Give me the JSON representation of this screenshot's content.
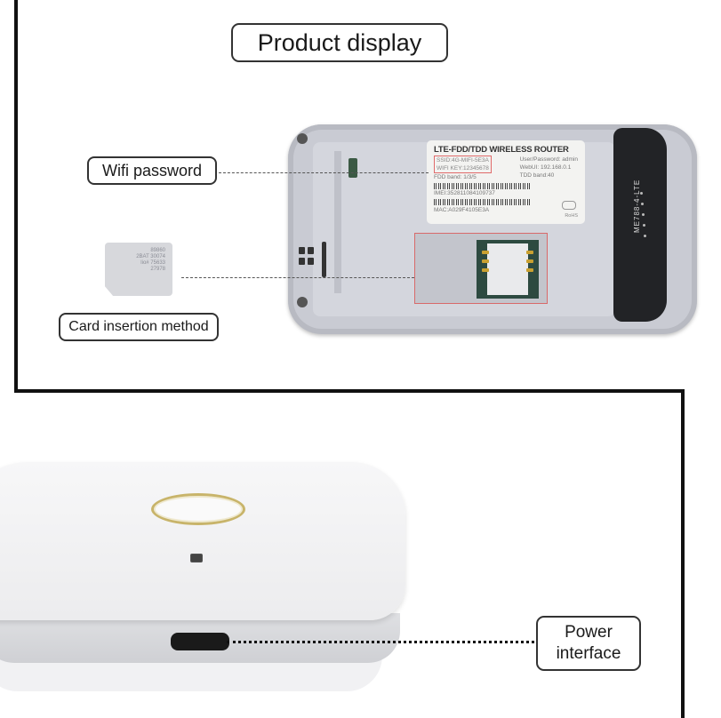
{
  "title": "Product display",
  "callouts": {
    "wifi_password": "Wifi password",
    "card_insertion": "Card insertion method",
    "power_line1": "Power",
    "power_line2": "interface"
  },
  "router_label": {
    "title": "LTE-FDD/TDD WIRELESS ROUTER",
    "ssid": "SSID:4G-MIFI-5E3A",
    "wifi_key": "WIFI KEY:12345678",
    "user_password": "User/Password: admin",
    "webui": "WebUI: 192.168.0.1",
    "fdd_band": "FDD band: 1/3/5",
    "tdd_band": "TDD band:40",
    "imei": "IMEI:352811084109737",
    "mac": "MAC:A029F4105E3A",
    "rohs": "RoHS"
  },
  "antenna_model": "ME788-4-LTE",
  "sim_card_text": [
    "89860",
    "2BAT 30074",
    "lio# 75633",
    "27978"
  ],
  "colors": {
    "frame": "#111111",
    "highlight": "#d86a6a",
    "device_back": "#c9cbd3",
    "device_front": "#f4f4f5"
  }
}
